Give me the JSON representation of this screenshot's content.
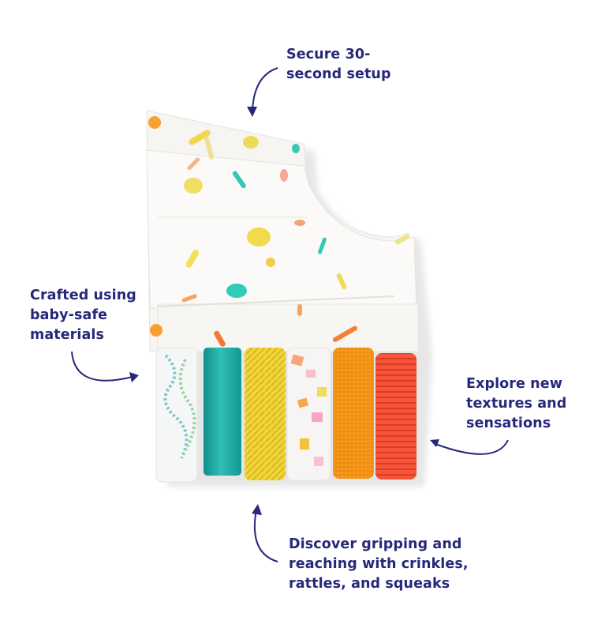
{
  "callouts": {
    "setup": {
      "lines": [
        "Secure 30-",
        "second setup"
      ]
    },
    "materials": {
      "lines": [
        "Crafted using",
        "baby-safe",
        "materials"
      ]
    },
    "textures": {
      "lines": [
        "Explore new",
        "textures and",
        "sensations"
      ]
    },
    "gripping": {
      "lines": [
        "Discover gripping and",
        "reaching with crinkles,",
        "rattles, and squeaks"
      ]
    }
  },
  "colors": {
    "text": "#27287a",
    "arrow": "#27287a",
    "background": "#ffffff",
    "fabric": "#f6f5f2",
    "teal": "#1ba9a4",
    "yellow": "#f1d63a",
    "orange": "#f79a1e",
    "red_orange": "#f5523a"
  },
  "product": {
    "name": "fabric-activity-cover",
    "tabs": [
      "patterned-white",
      "teal-satin",
      "yellow-knit",
      "confetti-print",
      "orange-waffle",
      "red-ribbed"
    ]
  }
}
